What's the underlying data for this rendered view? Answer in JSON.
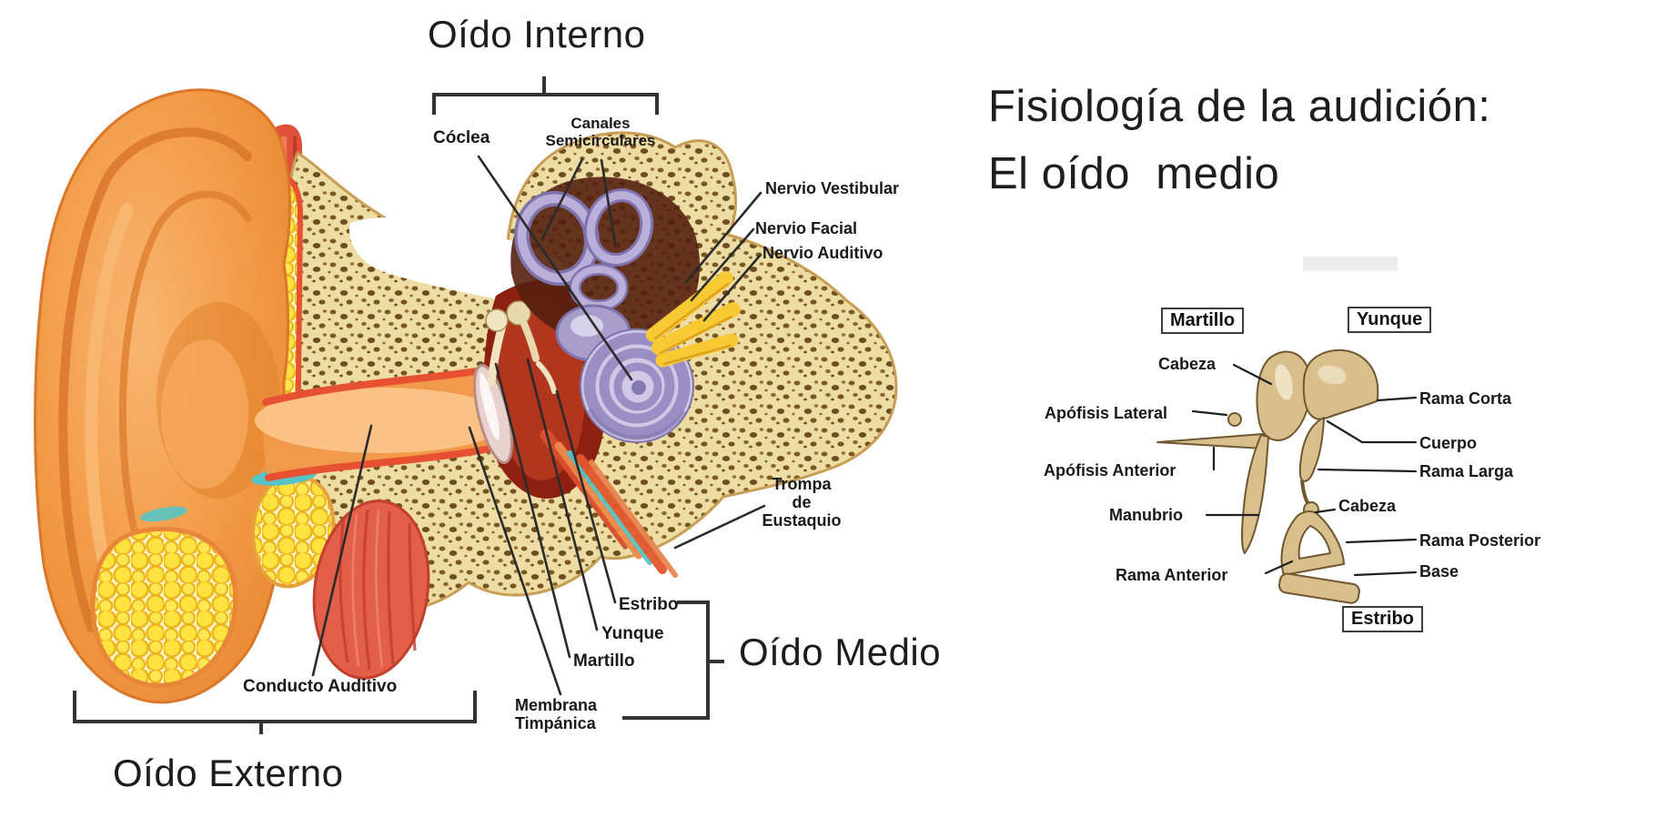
{
  "slide": {
    "title": "Fisiología de la audición:\nEl oído  medio"
  },
  "ear_diagram": {
    "sections": {
      "inner": "Oído Interno",
      "middle": "Oído Medio",
      "outer": "Oído Externo"
    },
    "labels": {
      "coclea": "Cóclea",
      "canales_semicirculares": "Canales\nSemicirculares",
      "nervio_vestibular": "Nervio Vestibular",
      "nervio_facial": "Nervio Facial",
      "nervio_auditivo": "Nervio Auditivo",
      "trompa_eustaquio": "Trompa\nde\nEustaquio",
      "estribo": "Estribo",
      "yunque": "Yunque",
      "martillo": "Martillo",
      "membrana_timpanica": "Membrana\nTimpánica",
      "conducto_auditivo": "Conducto Auditivo"
    }
  },
  "ossicle_diagram": {
    "boxed_labels": {
      "martillo": "Martillo",
      "yunque": "Yunque",
      "estribo": "Estribo"
    },
    "labels": {
      "cabeza_martillo": "Cabeza",
      "apofisis_lateral": "Apófisis Lateral",
      "apofisis_anterior": "Apófisis Anterior",
      "manubrio": "Manubrio",
      "rama_anterior": "Rama Anterior",
      "rama_corta": "Rama Corta",
      "cuerpo": "Cuerpo",
      "rama_larga": "Rama Larga",
      "cabeza_estribo": "Cabeza",
      "rama_posterior": "Rama Posterior",
      "base": "Base"
    }
  },
  "palette": {
    "pinna_orange": "#F29A45",
    "bone_tan": "#EDDCA4",
    "bone_speckle": "#6E4E20",
    "fat_yellow": "#FFE23E",
    "cartilage_rim_red": "#E85032",
    "teal": "#56C4C6",
    "cochlea_lavender": "#9A8FC4",
    "cavity_dark_red": "#8E2012",
    "nerve_yellow": "#F7C933",
    "ossicle_tan": "#D8BF8C",
    "label_ink": "#191919"
  }
}
